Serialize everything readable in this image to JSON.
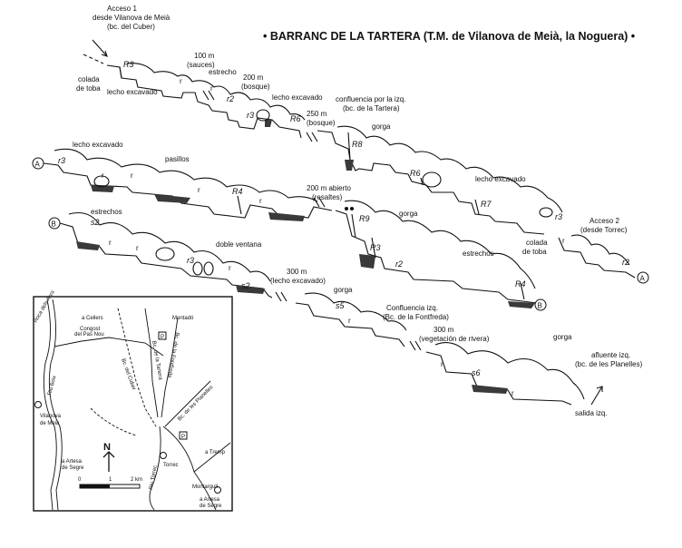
{
  "title": "• BARRANC DE LA TARTERA (T.M. de Vilanova de Meià, la Noguera) •",
  "labels": {
    "acceso1": [
      "Acceso 1",
      "desde Vilanova de Meià",
      "(bc. del Cuber)"
    ],
    "colada_toba_1": [
      "colada",
      "de toba"
    ],
    "lecho_excavado_1": "lecho excavado",
    "m100": [
      "100 m",
      "(sauces)"
    ],
    "estrecho": "estrecho",
    "m200_bosque": [
      "200 m",
      "(bosque)"
    ],
    "lecho_excavado_2": "lecho excavado",
    "confluencia_tartera": [
      "confluencia por la izq.",
      "(bc. de la Tartera)"
    ],
    "m250_bosque": [
      "250 m",
      "(bosque)"
    ],
    "gorga_1": "gorga",
    "lecho_excavado_3": "lecho excavado",
    "pasillos": "pasillos",
    "lecho_excavado_4": "lecho excavado",
    "m200_abierto": [
      "200 m abierto",
      "(resaltes)"
    ],
    "gorga_2": "gorga",
    "acceso2": [
      "Acceso 2",
      "(desde Torrec)"
    ],
    "colada_toba_2": [
      "colada",
      "de toba"
    ],
    "estrechos_1": "estrechos",
    "doble_ventana": "doble ventana",
    "estrechos_2": "estrechos",
    "m300_lecho": [
      "300 m",
      "(lecho excavado)"
    ],
    "gorga_3": "gorga",
    "confluencia_fontfreda": [
      "Confluencia izq.",
      "(Bc. de la Fontfreda)"
    ],
    "m300_vegetacion": [
      "300 m",
      "(vegetación de rivera)"
    ],
    "gorga_4": "gorga",
    "afluente_planelles": [
      "afluente izq.",
      "(bc. de les Planelles)"
    ],
    "salida": "salida izq.",
    "marker_a": "A",
    "marker_b": "B",
    "r": "r"
  },
  "rappels": {
    "R3a": "R3",
    "R6a": "R6",
    "R8": "R8",
    "R6b": "R6",
    "R7": "R7",
    "r3a": "r3",
    "r3b": "r3",
    "r3c": "r3",
    "r3d": "r3",
    "r2a": "r2",
    "r2b": "r2",
    "R4a": "R4",
    "R9": "R9",
    "R3b": "R3",
    "r2c": "r2",
    "R4b": "R4",
    "s2a": "s2",
    "s2b": "s2",
    "s5": "s5",
    "s6": "s6"
  },
  "map": {
    "labels": {
      "roca": "Roca dels Arcs",
      "cellers": "a Cellers",
      "congost": [
        "Congost",
        "del Pas Nou"
      ],
      "montado": "Montadó",
      "cuber": "Bc. del Cuber",
      "tartera": "Bc. de la Tartera",
      "fontfreda": "Bc. de la Fontfreda",
      "planelles": "Bc. de les Planelles",
      "riu_boix": "Riu Boix",
      "vilanova": [
        "Vilanova",
        "de Meià"
      ],
      "artesa1": [
        "a Artesa",
        "de Segre"
      ],
      "torrec": "Torrec",
      "tremp": "a Tremp",
      "montargull": "Montargull",
      "artesa2": [
        "a Artesa",
        "de Segre"
      ],
      "riu_torrec": "Riu Torrec",
      "north": "N",
      "scale": [
        "0",
        "1",
        "2 km"
      ],
      "p": "P"
    }
  },
  "colors": {
    "ink": "#111111",
    "pool": "#3a3a3a"
  }
}
